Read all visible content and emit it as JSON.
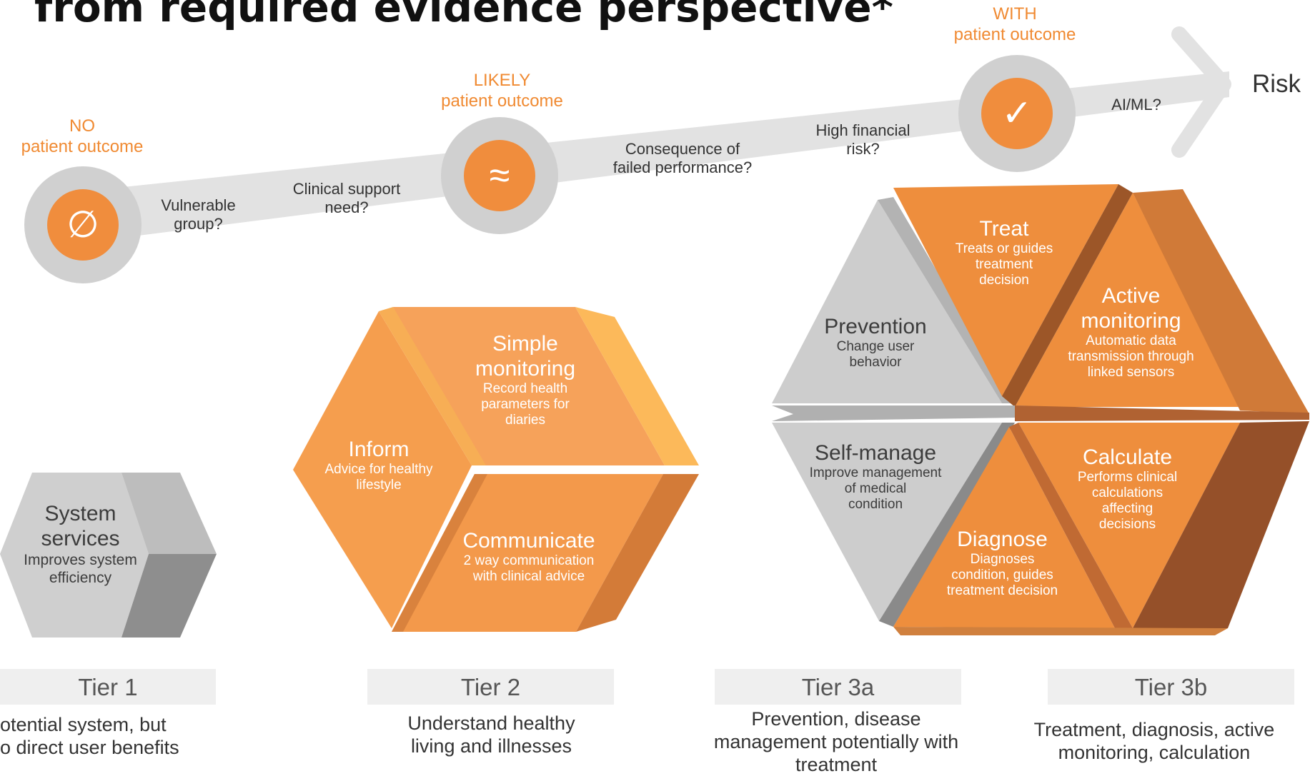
{
  "title": "from required evidence perspective*",
  "axis": {
    "end_label": "Risk"
  },
  "outcomes": [
    {
      "level": "NO",
      "text": "patient outcome",
      "symbol": "∅"
    },
    {
      "level": "LIKELY",
      "text": "patient outcome",
      "symbol": "≈"
    },
    {
      "level": "WITH",
      "text": "patient outcome",
      "symbol": "✓"
    }
  ],
  "questions": [
    {
      "line1": "Vulnerable",
      "line2": "group?"
    },
    {
      "line1": "Clinical support",
      "line2": "need?"
    },
    {
      "line1": "Consequence of",
      "line2": "failed performance?"
    },
    {
      "line1": "High financial",
      "line2": "risk?"
    },
    {
      "line1": "AI/ML?",
      "line2": ""
    }
  ],
  "functions": {
    "system_services": {
      "heading_1": "System",
      "heading_2": "services",
      "desc_1": "Improves system",
      "desc_2": "efficiency"
    },
    "simple_monitoring": {
      "heading_1": "Simple",
      "heading_2": "monitoring",
      "desc_1": "Record health",
      "desc_2": "parameters  for",
      "desc_3": "diaries"
    },
    "inform": {
      "heading": "Inform",
      "desc_1": "Advice for healthy",
      "desc_2": "lifestyle"
    },
    "communicate": {
      "heading": "Communicate",
      "desc_1": "2 way communication",
      "desc_2": "with clinical advice"
    },
    "treat": {
      "heading": "Treat",
      "desc_1": "Treats or guides",
      "desc_2": "treatment",
      "desc_3": "decision"
    },
    "active_monitoring": {
      "heading_1": "Active",
      "heading_2": "monitoring",
      "desc_1": "Automatic data",
      "desc_2": "transmission through",
      "desc_3": "linked sensors"
    },
    "prevention": {
      "heading": "Prevention",
      "desc_1": "Change user",
      "desc_2": "behavior"
    },
    "self_manage": {
      "heading": "Self-manage",
      "desc_1": "Improve management",
      "desc_2": "of medical",
      "desc_3": "condition"
    },
    "calculate": {
      "heading": "Calculate",
      "desc_1": "Performs clinical",
      "desc_2": "calculations",
      "desc_3": "affecting",
      "desc_4": "decisions"
    },
    "diagnose": {
      "heading": "Diagnose",
      "desc_1": "Diagnoses",
      "desc_2": "condition, guides",
      "desc_3": "treatment decision"
    }
  },
  "tiers": [
    {
      "label": "Tier 1",
      "desc_1": "otential system, but",
      "desc_2": "o direct user benefits",
      "desc_3": ""
    },
    {
      "label": "Tier 2",
      "desc_1": "Understand healthy",
      "desc_2": "living and illnesses",
      "desc_3": ""
    },
    {
      "label": "Tier 3a",
      "desc_1": "Prevention, disease",
      "desc_2": "management potentially with",
      "desc_3": "treatment"
    },
    {
      "label": "Tier 3b",
      "desc_1": "Treatment, diagnosis, active",
      "desc_2": "monitoring, calculation",
      "desc_3": ""
    }
  ],
  "colors": {
    "accent_orange": "#f08a32",
    "grey_arrow": "#e0e0e0",
    "grey_circle": "#d0d0d0",
    "tier_box": "#efefef"
  }
}
